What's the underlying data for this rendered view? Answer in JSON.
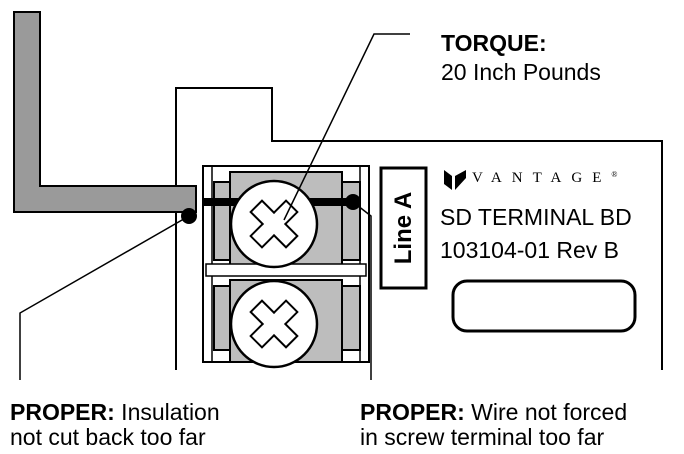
{
  "torque": {
    "heading": "TORQUE:",
    "value": "20 Inch Pounds"
  },
  "board": {
    "brand": "VANTAGE",
    "brand_mark": "®",
    "name": "SD TERMINAL BD",
    "part_number": "103104-01 Rev B",
    "terminal_label": "Line A"
  },
  "callouts": {
    "left": {
      "heading": "PROPER:",
      "line1": " Insulation",
      "line2": "not cut back too far"
    },
    "right": {
      "heading": "PROPER:",
      "line1": " Wire not forced",
      "line2": "in screw terminal too far"
    }
  },
  "icons": {
    "logo": "vantage-logo-icon",
    "screw": "phillips-screw-icon"
  },
  "colors": {
    "wire_insulation": "#9a9a9a",
    "terminal_block": "#bdbdbd",
    "screw_face": "#ffffff",
    "line": "#000000"
  }
}
